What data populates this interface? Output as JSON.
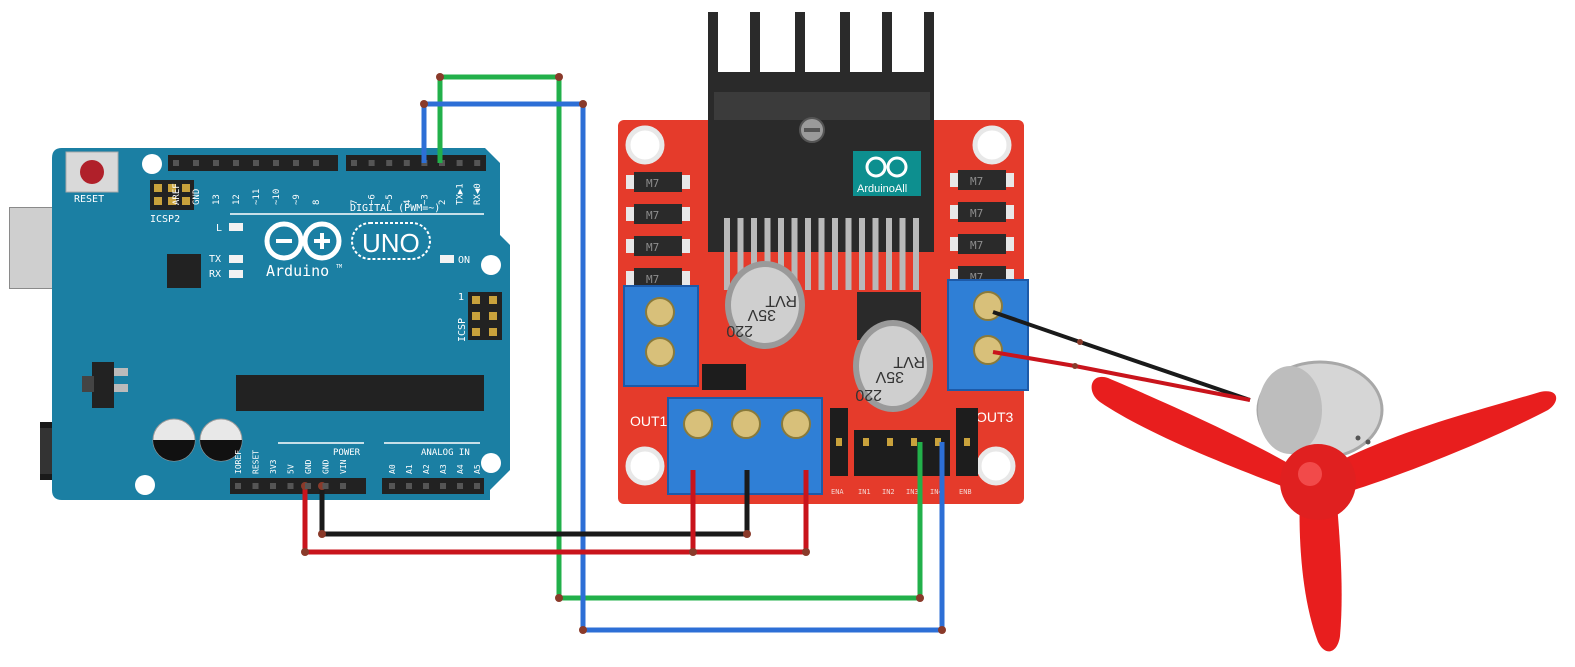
{
  "arduino": {
    "reset_label": "RESET",
    "icsp2_label": "ICSP2",
    "brand": "Arduino",
    "tm": "TM",
    "model": "UNO",
    "digital_label": "DIGITAL (PWM=~)",
    "led_l": "L",
    "led_tx": "TX",
    "led_rx": "RX",
    "led_on": "ON",
    "icsp_label": "ICSP",
    "icsp_pin1": "1",
    "power_label": "POWER",
    "analog_label": "ANALOG IN",
    "digital_pins": [
      "AREF",
      "GND",
      "13",
      "12",
      "~11",
      "~10",
      "~9",
      "8",
      "7",
      "~6",
      "~5",
      "4",
      "~3",
      "2",
      "TX▶1",
      "RX◀0"
    ],
    "power_pins": [
      "IOREF",
      "RESET",
      "3V3",
      "5V",
      "GND",
      "GND",
      "VIN"
    ],
    "analog_pins": [
      "A0",
      "A1",
      "A2",
      "A3",
      "A4",
      "A5"
    ]
  },
  "driver": {
    "capacitor_value": "220",
    "capacitor_voltage": "35V",
    "capacitor_brand": "RVT",
    "diode_label": "M7",
    "out1_label": "OUT1",
    "out3_label": "OUT3",
    "watermark": "ArduinoAll",
    "control_pins": [
      "ENA",
      "IN1",
      "IN2",
      "IN3",
      "IN4",
      "ENB"
    ]
  },
  "colors": {
    "arduino_board": "#1b7fa3",
    "driver_board": "#e53b2b",
    "terminal_blue": "#2f7fd6",
    "wire_green": "#22b04a",
    "wire_blue": "#2d6fd6",
    "wire_red": "#c9141c",
    "wire_black": "#1a1a1a",
    "motor_red": "#e81e1e"
  }
}
